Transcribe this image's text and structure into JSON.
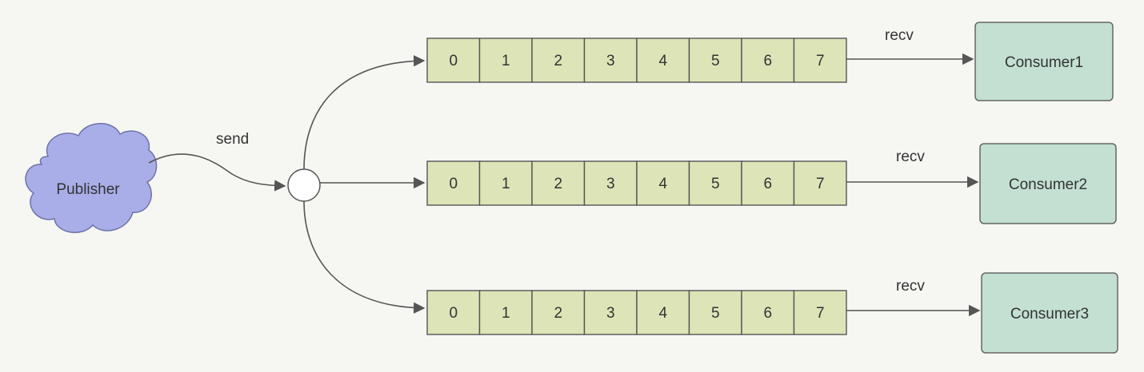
{
  "publisher": {
    "label": "Publisher",
    "color": "#a9aee8"
  },
  "edges": {
    "send_label": "send",
    "recv_label": "recv"
  },
  "queue_cells": [
    "0",
    "1",
    "2",
    "3",
    "4",
    "5",
    "6",
    "7"
  ],
  "consumers": [
    {
      "label": "Consumer1"
    },
    {
      "label": "Consumer2"
    },
    {
      "label": "Consumer3"
    }
  ],
  "colors": {
    "queue_cell_fill": "#dde4b8",
    "queue_cell_stroke": "#555555",
    "consumer_fill": "#c3e0d3",
    "consumer_stroke": "#666666",
    "publisher_fill": "#a9aee8",
    "publisher_stroke": "#6f73a8",
    "edge_stroke": "#555555",
    "splitter_fill": "#ffffff"
  }
}
